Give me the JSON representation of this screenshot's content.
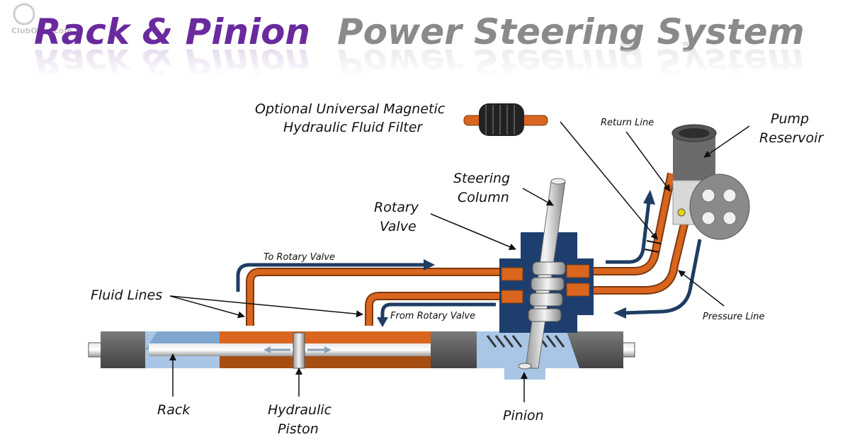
{
  "watermark": "ClubOpel.com",
  "title": {
    "part1": "Rack & Pinion",
    "part2": "Power Steering System"
  },
  "labels": {
    "filter_line1": "Optional Universal Magnetic",
    "filter_line2": "Hydraulic Fluid Filter",
    "return_line": "Return Line",
    "pump_line1": "Pump",
    "pump_line2": "Reservoir",
    "steering_line1": "Steering",
    "steering_line2": "Column",
    "rotary_line1": "Rotary",
    "rotary_line2": "Valve",
    "to_rotary": "To Rotary Valve",
    "from_rotary": "From Rotary Valve",
    "fluid_lines": "Fluid Lines",
    "pressure_line": "Pressure Line",
    "rack": "Rack",
    "piston_line1": "Hydraulic",
    "piston_line2": "Piston",
    "pinion": "Pinion"
  },
  "colors": {
    "title_purple": "#6a2a9e",
    "title_gray": "#8a8a8a",
    "fluid_orange": "#d9651e",
    "fluid_dark": "#a64d14",
    "valve_navy": "#1e3f6e",
    "arrow_navy": "#1f3d63",
    "housing_gray": "#6b6b6b",
    "light_blue": "#a9c6e6"
  }
}
